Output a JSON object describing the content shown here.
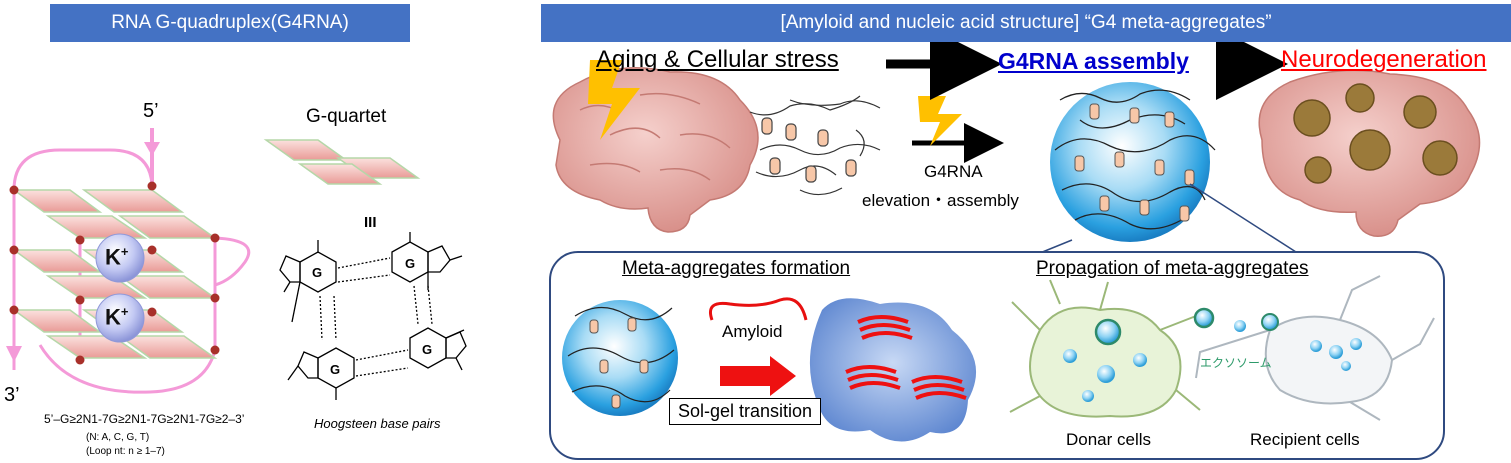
{
  "left_panel": {
    "header": "RNA G-quadruplex(G4RNA)",
    "five_prime": "5’",
    "three_prime": "3’",
    "ion_label": "K",
    "ion_charge": "+",
    "g_quartet_label": "G-quartet",
    "roman_numeral": "III",
    "base_letter": "G",
    "hoogsteen_caption": "Hoogsteen base pairs",
    "sequence_formula": "5’–G≥2N1-7G≥2N1-7G≥2N1-7G≥2–3’",
    "n_note": "(N: A, C, G, T)",
    "loop_note": "(Loop nt: n ≥ 1–7)"
  },
  "right_panel": {
    "header": "[Amyloid and nucleic acid structure] “G4 meta-aggregates”",
    "step1": "Aging & Cellular stress",
    "step2": "G4RNA assembly",
    "step3": "Neurodegeneration",
    "arrow_label_line1": "G4RNA",
    "arrow_label_line2": "elevation・assembly",
    "inset": {
      "formation_title": "Meta-aggregates formation",
      "amyloid_label": "Amyloid",
      "solgel_label": "Sol-gel transition",
      "propagation_title": "Propagation of meta-aggregates",
      "exosome_label": "エクソソーム",
      "donor_label": "Donar cells",
      "recipient_label": "Recipient cells"
    }
  },
  "colors": {
    "header_bg": "#4472c4",
    "assembly_blue": "#0000cc",
    "neuro_red": "#ff0000",
    "strand_pink": "#f49ad8",
    "quartet_pink": "#f3b8b3",
    "ion_purple": "#b8bff0",
    "amyloid_red": "#e81010",
    "inset_border": "#2f4a80"
  },
  "icons": [
    "lightning-bolt-icon",
    "brain-icon",
    "droplet-sphere-icon",
    "neuron-icon",
    "exosome-icon"
  ]
}
